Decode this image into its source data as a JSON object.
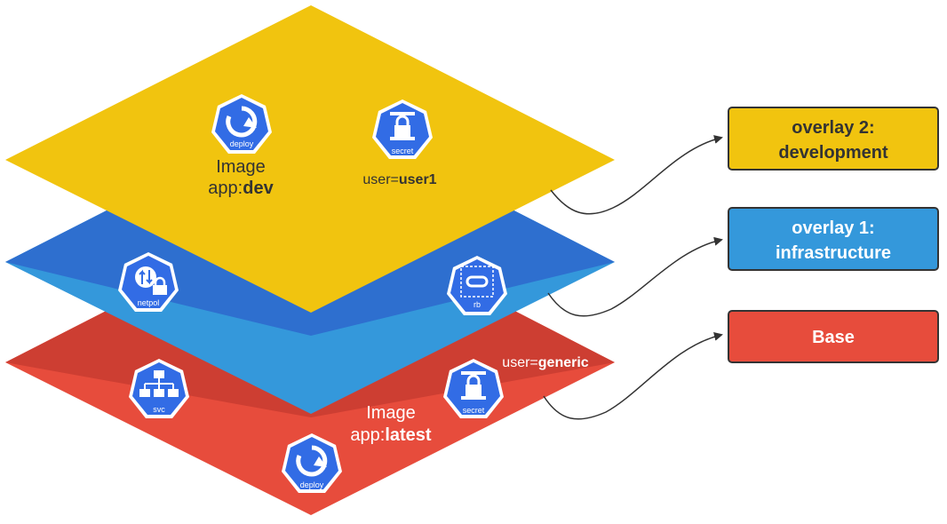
{
  "colors": {
    "base": "#e74c3c",
    "base_shadow": "#b83329",
    "infra": "#3498db",
    "infra_shadow": "#2e6fcf",
    "dev": "#f1c40f",
    "k8s_blue": "#326ce5",
    "outline": "#333333"
  },
  "dev_layer": {
    "deploy_caption": "deploy",
    "secret_caption": "secret",
    "image_line1": "Image",
    "image_prefix": "app:",
    "image_tag": "dev",
    "user_prefix": "user=",
    "user_value": "user1"
  },
  "infra_layer": {
    "netpol_caption": "netpol",
    "rb_caption": "rb"
  },
  "base_layer": {
    "svc_caption": "svc",
    "secret_caption": "secret",
    "deploy_caption": "deploy",
    "image_line1": "Image",
    "image_prefix": "app:",
    "image_tag": "latest",
    "user_prefix": "user=",
    "user_value": "generic"
  },
  "legend": {
    "overlay2": {
      "line1": "overlay 2:",
      "line2": "development"
    },
    "overlay1": {
      "line1": "overlay 1:",
      "line2": "infrastructure"
    },
    "base": {
      "line1": "Base"
    }
  }
}
